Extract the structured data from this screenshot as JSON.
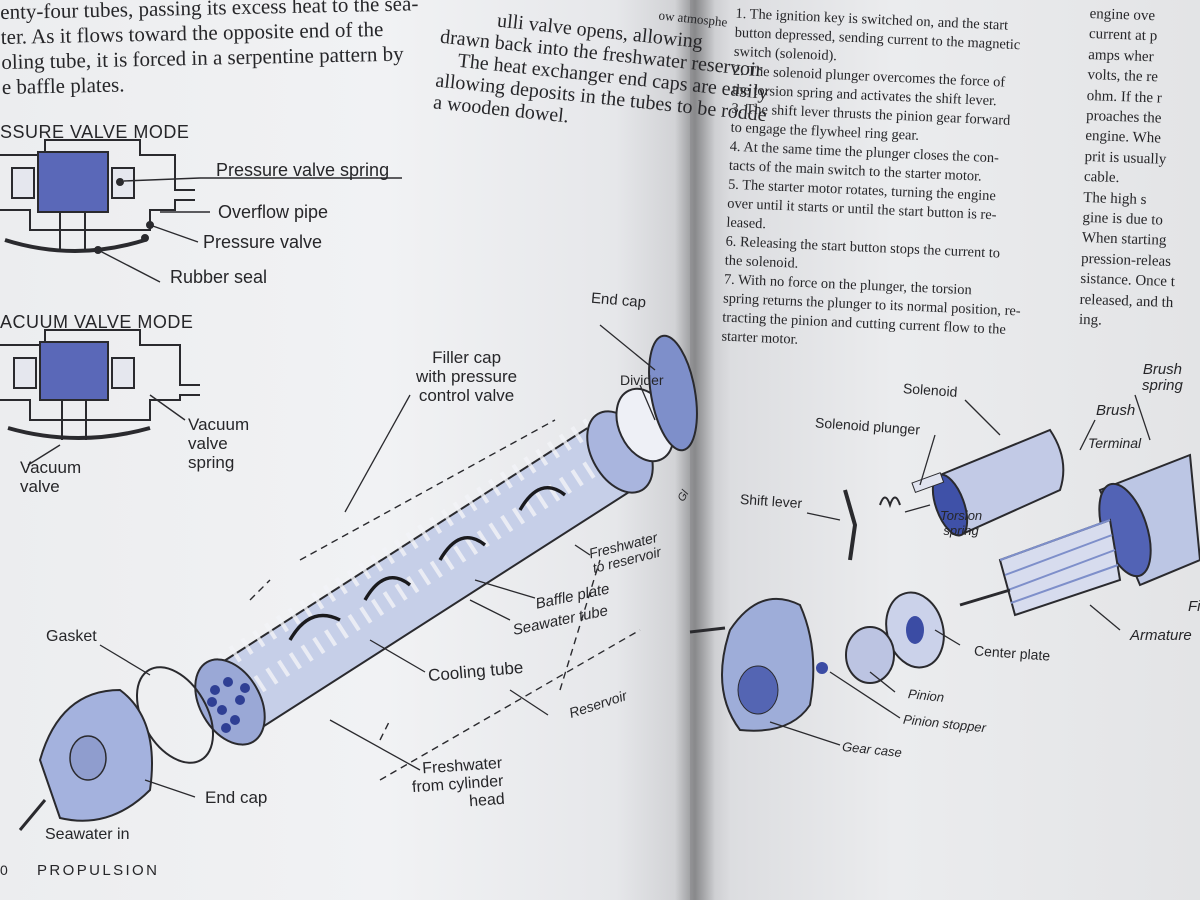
{
  "left_page": {
    "body_col1": [
      "enty-four tubes, passing its excess heat to the sea-",
      "ter. As it flows toward the opposite end of the",
      "oling tube, it is forced in a serpentine pattern by",
      "e baffle plates."
    ],
    "body_col2": [
      "ow atmosphe",
      "ulli valve opens, allowing",
      "drawn back into the freshwater reservoir",
      "The heat exchanger end caps are easily",
      "allowing deposits in the tubes to be rodde",
      "a wooden dowel."
    ],
    "pressure_mode": {
      "title": "SSURE VALVE MODE",
      "labels": [
        "Pressure valve spring",
        "Overflow pipe",
        "Pressure valve",
        "Rubber seal"
      ]
    },
    "vacuum_mode": {
      "title": "ACUUM VALVE MODE",
      "labels": [
        "Vacuum",
        "valve",
        "spring",
        "Vacuum",
        "valve"
      ]
    },
    "exchanger_labels": {
      "end_cap_top": "End cap",
      "filler_cap": [
        "Filler cap",
        "with pressure",
        "control valve"
      ],
      "divider": "Divider",
      "freshwater_to_reservoir": [
        "Freshwater",
        "to reservoir"
      ],
      "baffle_plate": "Baffle plate",
      "seawater_tube": "Seawater tube",
      "cooling_tube": "Cooling tube",
      "reservoir": "Reservoir",
      "gasket": "Gasket",
      "end_cap_bottom": "End cap",
      "seawater_in": "Seawater in",
      "freshwater_from_head": [
        "Freshwater",
        "from cylinder",
        "head"
      ],
      "edge_fragment": "Gl"
    },
    "footer": {
      "page_number": "0",
      "section": "PROPULSION"
    }
  },
  "right_page": {
    "steps": [
      [
        "1. The ignition key is switched on, and the start",
        "button depressed, sending current to the magnetic",
        "switch (solenoid)."
      ],
      [
        "2. The solenoid plunger overcomes the force of",
        "the torsion spring and activates the shift lever."
      ],
      [
        "3. The shift lever thrusts the pinion gear forward",
        "to engage the flywheel ring gear."
      ],
      [
        "4. At the same time the plunger closes the con-",
        "tacts of the main switch to the starter motor."
      ],
      [
        "5. The starter motor rotates, turning the engine",
        "over until it starts or until the start button is re-",
        "leased."
      ],
      [
        "6. Releasing the start button stops the current to",
        "the solenoid."
      ],
      [
        "7. With no force on the plunger, the torsion",
        "spring returns the plunger to its normal position, re-",
        "tracting the pinion and cutting current flow to the",
        "starter motor."
      ]
    ],
    "right_column": [
      "engine ove",
      "current at p",
      "amps wher",
      "volts, the re",
      "ohm. If the r",
      "proaches the",
      "engine. Whe",
      "prit is usually",
      "cable.",
      "The high s",
      "gine is due to",
      "When starting",
      "pression-releas",
      "sistance. Once t",
      "released, and th",
      "ing."
    ],
    "starter_labels": {
      "solenoid": "Solenoid",
      "solenoid_plunger": "Solenoid plunger",
      "brush_spring": [
        "Brush",
        "spring"
      ],
      "brush": "Brush",
      "terminal": "Terminal",
      "shift_lever": "Shift lever",
      "torsion_spring": [
        "Torsion",
        "spring"
      ],
      "center_plate": "Center plate",
      "armature": "Armature",
      "pinion": "Pinion",
      "pinion_stopper": "Pinion stopper",
      "gear_case": "Gear case",
      "edge_fragment": "Fi"
    }
  },
  "colors": {
    "paper": "#eeeff1",
    "ink": "#262629",
    "diagram_blue": "#7f8fc4",
    "diagram_light": "#c9d2ea",
    "deep_blue": "#2f3f94"
  }
}
